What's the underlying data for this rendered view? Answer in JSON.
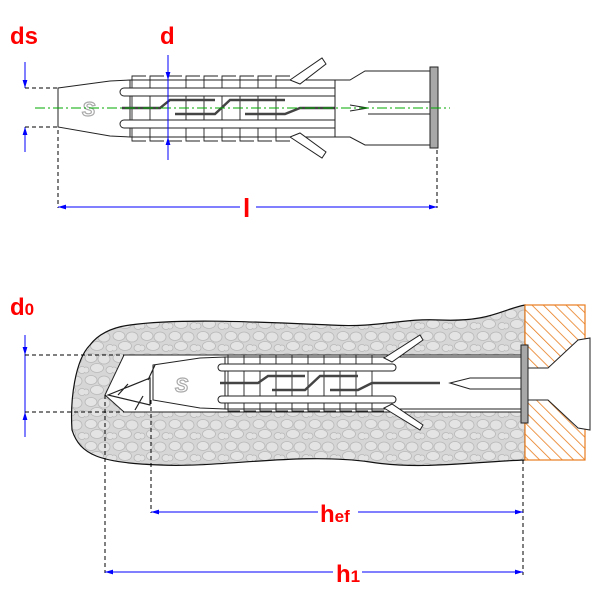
{
  "labels": {
    "ds": "ds",
    "d": "d",
    "l": "l",
    "d0": "d",
    "d0_sub": "0",
    "hef": "h",
    "hef_sub": "ef",
    "h1": "h",
    "h1_sub": "1"
  },
  "logo": "S",
  "colors": {
    "label": "#ff0000",
    "dimension": "#0000ff",
    "centerline": "#00aa00",
    "wood": "#e87d1e",
    "flange": "#a8a8a8",
    "masonry": "#d4d4d4"
  }
}
